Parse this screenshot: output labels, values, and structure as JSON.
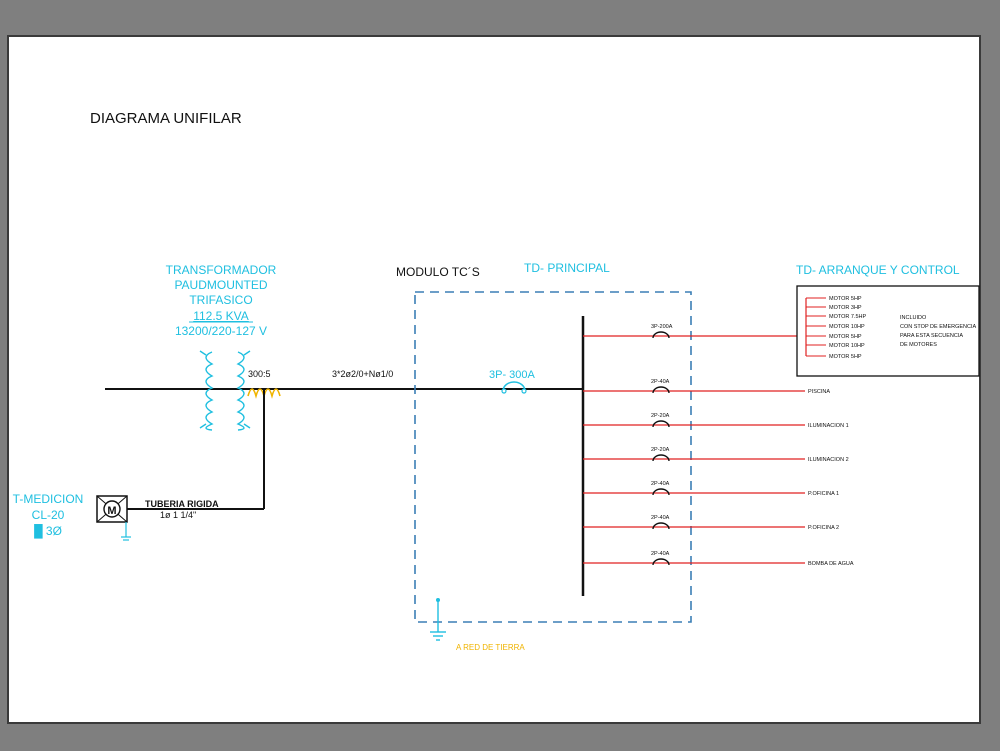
{
  "title": "DIAGRAMA UNIFILAR",
  "colors": {
    "background": "#7f7f7f",
    "sheet": "#ffffff",
    "cyan": "#1fbfe0",
    "dashed_box": "#3b7fb5",
    "branch": "#e02020",
    "yellow": "#f0b400",
    "black": "#111111"
  },
  "transformer": {
    "lines": [
      "TRANSFORMADOR",
      "PAUDMOUNTED",
      "TRIFASICO",
      "112.5 KVA",
      "13200/220-127 V"
    ],
    "ct_ratio": "300:5"
  },
  "feeder_label": "3*2ø2/0+Nø1/0",
  "modulo_label": "MODULO TC´S",
  "td_principal_label": "TD- PRINCIPAL",
  "main_breaker": "3P- 300A",
  "tierra_label": "A RED DE TIERRA",
  "medicion": {
    "lines": [
      "T-MEDICION",
      "CL-20",
      "█ 3Ø"
    ],
    "meter_symbol": "M",
    "conduit_line1": "TUBERIA RIGIDA",
    "conduit_line2": "1ø 1 1/4\""
  },
  "branches": [
    {
      "breaker": "3P-200A",
      "load": ""
    },
    {
      "breaker": "2P-40A",
      "load": "PISCINA"
    },
    {
      "breaker": "2P-20A",
      "load": "ILUMINACION 1"
    },
    {
      "breaker": "2P-20A",
      "load": "ILUMINACION 2"
    },
    {
      "breaker": "2P-40A",
      "load": "P.OFICINA 1"
    },
    {
      "breaker": "2P-40A",
      "load": "P.OFICINA 2"
    },
    {
      "breaker": "2P-40A",
      "load": "BOMBA DE AGUA"
    }
  ],
  "td_arranque": {
    "title": "TD- ARRANQUE Y CONTROL",
    "motors": [
      "MOTOR 5HP",
      "MOTOR 3HP",
      "MOTOR 7.5HP",
      "MOTOR 10HP",
      "MOTOR 5HP",
      "MOTOR 10HP",
      "MOTOR 5HP"
    ],
    "note": [
      "INCLUIDO",
      "CON STOP DE EMERGENCIA",
      "PARA ESTA SECUENCIA",
      "DE MOTORES"
    ]
  }
}
